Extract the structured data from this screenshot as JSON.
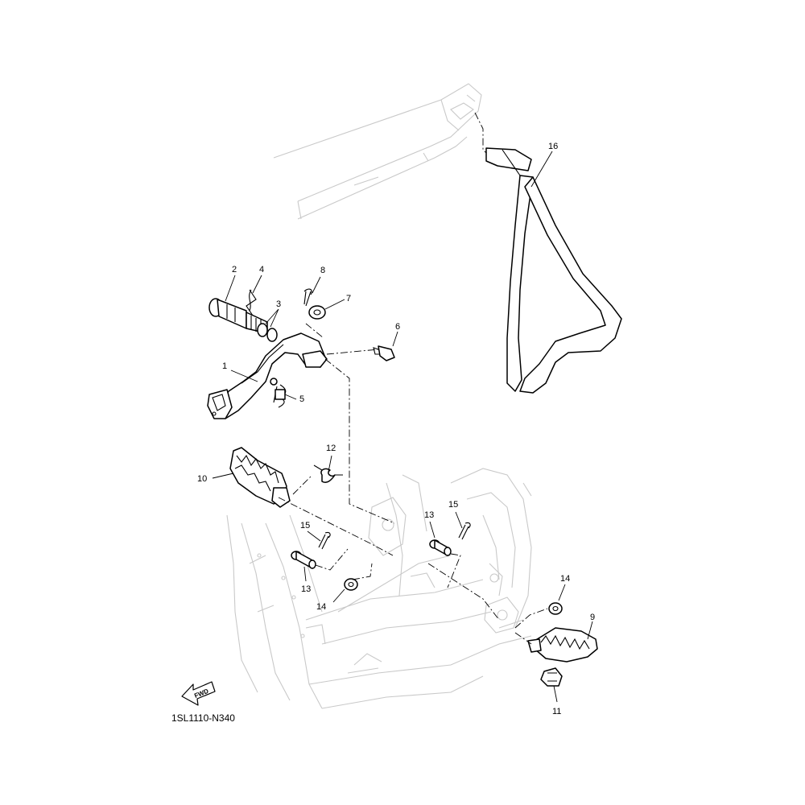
{
  "diagram_code": "1SL1110-N340",
  "fwd_label": "FWD",
  "callouts": {
    "c1": "1",
    "c2": "2",
    "c3": "3",
    "c4": "4",
    "c5": "5",
    "c6": "6",
    "c7": "7",
    "c8": "8",
    "c9": "9",
    "c10": "10",
    "c11": "11",
    "c12": "12",
    "c13a": "13",
    "c13b": "13",
    "c14a": "14",
    "c14b": "14",
    "c15a": "15",
    "c15b": "15",
    "c16": "16"
  }
}
